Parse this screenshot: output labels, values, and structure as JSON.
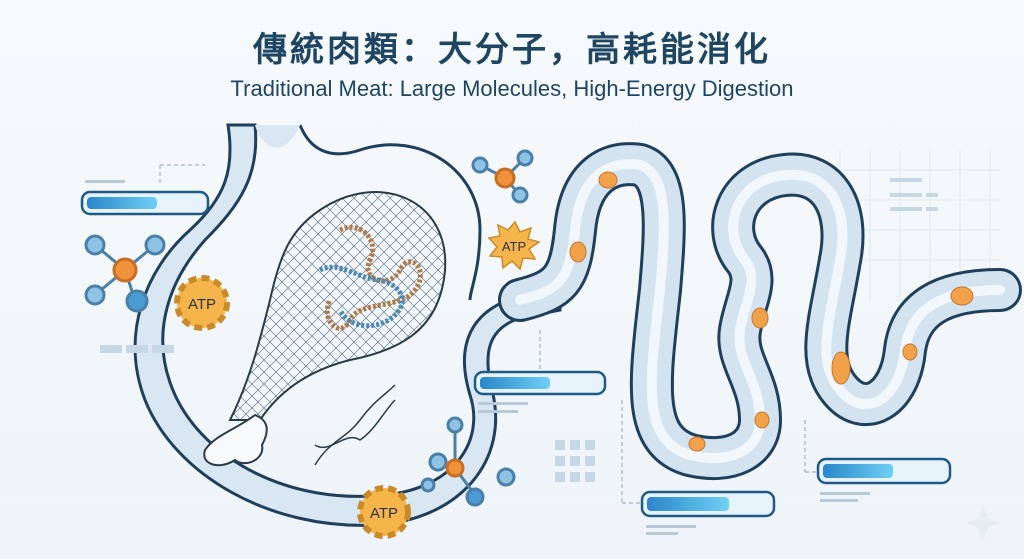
{
  "header": {
    "title_zh": "傳統肉類：大分子，高耗能消化",
    "title_en": "Traditional Meat: Large Molecules, High-Energy Digestion"
  },
  "illustration": {
    "elements": [
      "stomach-with-meat-drumstick",
      "protein-chain-in-net",
      "dna-helix",
      "winding-intestine",
      "food-particles",
      "molecule-icons",
      "energy-progress-bars"
    ],
    "atp_badges": [
      {
        "label": "ATP",
        "shape": "gear",
        "position": "left"
      },
      {
        "label": "ATP",
        "shape": "starburst",
        "position": "center-top"
      },
      {
        "label": "ATP",
        "shape": "gear",
        "position": "bottom"
      }
    ],
    "progress_bars": [
      {
        "name": "bar-top-left",
        "fill_pct": 55
      },
      {
        "name": "bar-middle",
        "fill_pct": 55
      },
      {
        "name": "bar-bottom-center",
        "fill_pct": 65
      },
      {
        "name": "bar-bottom-right",
        "fill_pct": 55
      }
    ]
  },
  "colors": {
    "title": "#1e4562",
    "outline": "#1f3f5b",
    "tube": "#cfe0ee",
    "particle": "#f0a14a",
    "atp": "#f5b54a",
    "bar": "#3aa0dc"
  }
}
